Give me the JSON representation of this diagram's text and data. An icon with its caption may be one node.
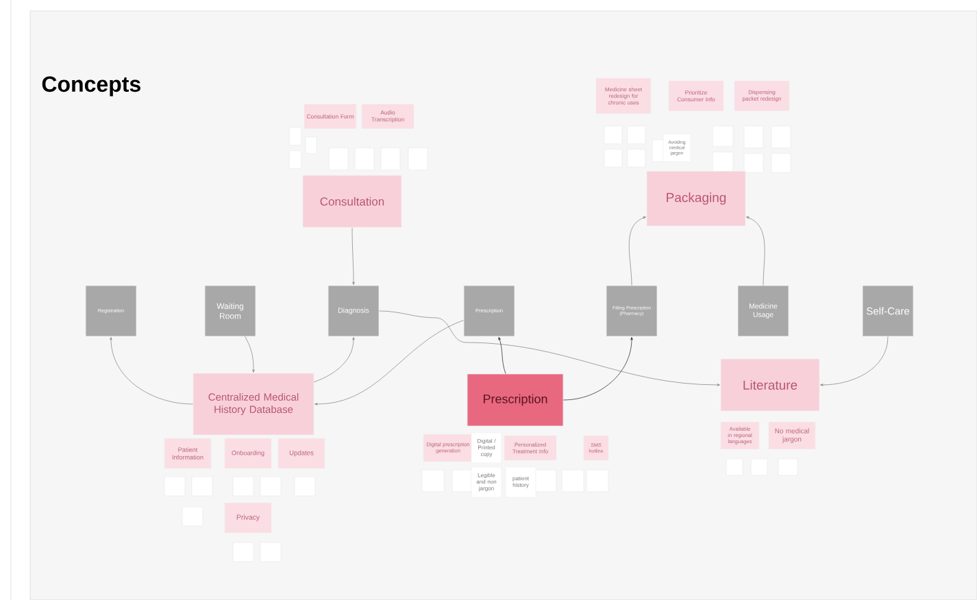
{
  "diagram": {
    "title": "Concepts",
    "nodes": [
      {
        "text": [
          "Consultation Form"
        ]
      },
      {
        "text": [
          "Audio Transcription"
        ]
      },
      {
        "text": [
          "Consultation"
        ]
      },
      {
        "text": [
          "Medicine sheet redesign for chronic uses"
        ]
      },
      {
        "text": [
          "Prioritize Consumer Info"
        ]
      },
      {
        "text": [
          "Dispensing packet redesign"
        ]
      },
      {
        "text": [
          "Avoiding medical jargon"
        ]
      },
      {
        "text": [
          "Packaging"
        ]
      },
      {
        "text": [
          "Registration"
        ]
      },
      {
        "text": [
          "Waiting Room"
        ]
      },
      {
        "text": [
          "Diagnosis"
        ]
      },
      {
        "text": [
          "Prescription"
        ]
      },
      {
        "text": [
          "Filling Prescription (Pharmacy)"
        ]
      },
      {
        "text": [
          "Medicine Usage"
        ]
      },
      {
        "text": [
          "Self-Care"
        ]
      },
      {
        "text": [
          "Centralized Medical History Database"
        ]
      },
      {
        "text": [
          "Prescription"
        ]
      },
      {
        "text": [
          "Literature"
        ]
      },
      {
        "text": [
          "Patient Information"
        ]
      },
      {
        "text": [
          "Onboarding"
        ]
      },
      {
        "text": [
          "Updates"
        ]
      },
      {
        "text": [
          "Privacy"
        ]
      },
      {
        "text": [
          "Digital prescription generation"
        ]
      },
      {
        "text": [
          "Digital / Printed copy"
        ]
      },
      {
        "text": [
          "Personalized Treatment Info"
        ]
      },
      {
        "text": [
          "SMS hotline"
        ]
      },
      {
        "text": [
          "Legible and non jargon"
        ]
      },
      {
        "text": [
          "patient history"
        ]
      },
      {
        "text": [
          "Available in regional languages"
        ]
      },
      {
        "text": [
          "No medical jargon"
        ]
      }
    ],
    "edges": [
      {
        "from": 2,
        "to": 10,
        "arrow": "to"
      },
      {
        "from": 15,
        "to": 8,
        "arrow": "to"
      },
      {
        "from": 9,
        "to": 15,
        "arrow": "to"
      },
      {
        "from": 15,
        "to": 10,
        "arrow": "to"
      },
      {
        "from": 11,
        "to": 15,
        "arrow": "to"
      },
      {
        "from": 10,
        "to": 17,
        "arrow": "to"
      },
      {
        "from": 16,
        "to": 11,
        "arrow": "to",
        "color": "#333333"
      },
      {
        "from": 16,
        "to": 12,
        "arrow": "to",
        "color": "#333333"
      },
      {
        "from": 12,
        "to": 7,
        "arrow": "to"
      },
      {
        "from": 13,
        "to": 7,
        "arrow": "to"
      },
      {
        "from": 14,
        "to": 17,
        "arrow": "to"
      }
    ]
  }
}
